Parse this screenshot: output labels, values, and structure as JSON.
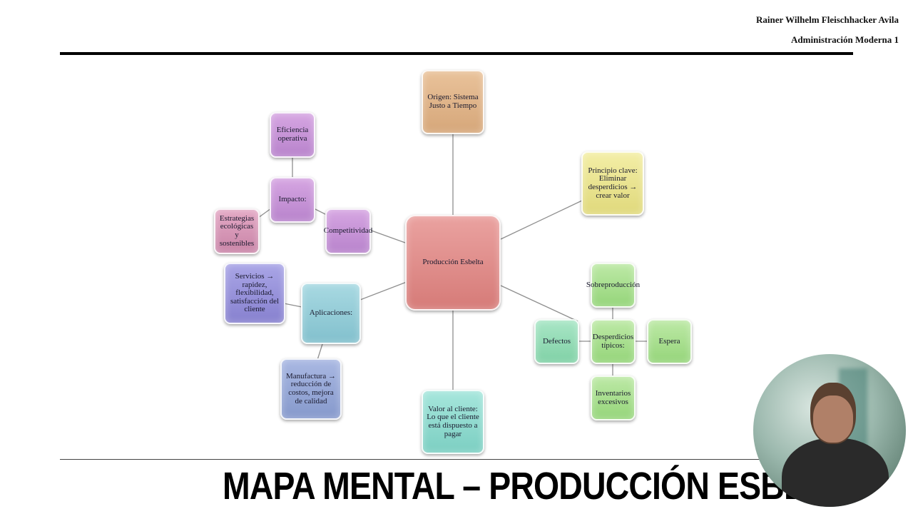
{
  "header": {
    "author": "Rainer Wilhelm Fleischhacker Avila",
    "course": "Administración Moderna 1"
  },
  "footer": {
    "title": "MAPA MENTAL – PRODUCCIÓN ESBELTA"
  },
  "colors": {
    "center": "#d67b78",
    "origin": "#d6a77a",
    "principle": "#e0d97c",
    "impact": "#b883cc",
    "applications": "#82c0cd",
    "value": "#7ccfc2",
    "waste": "#95d57a"
  },
  "mindmap": {
    "center": "Producción Esbelta",
    "origin": "Origen: Sistema Justo a Tiempo",
    "principle": "Principio clave: Eliminar desperdicios → crear valor",
    "impact": {
      "label": "Impacto:",
      "items": [
        "Eficiencia operativa",
        "Estrategias ecológicas y sostenibles",
        "Competitividad"
      ]
    },
    "applications": {
      "label": "Aplicaciones:",
      "items": [
        "Servicios → rapidez, flexibilidad, satisfacción del cliente",
        "Manufactura → reducción de costos, mejora de calidad"
      ]
    },
    "value": "Valor al cliente: Lo que el cliente está dispuesto a pagar",
    "waste": {
      "label": "Desperdicios típicos:",
      "items": [
        "Sobreproducción",
        "Defectos",
        "Espera",
        "Inventarios excesivos"
      ]
    }
  }
}
